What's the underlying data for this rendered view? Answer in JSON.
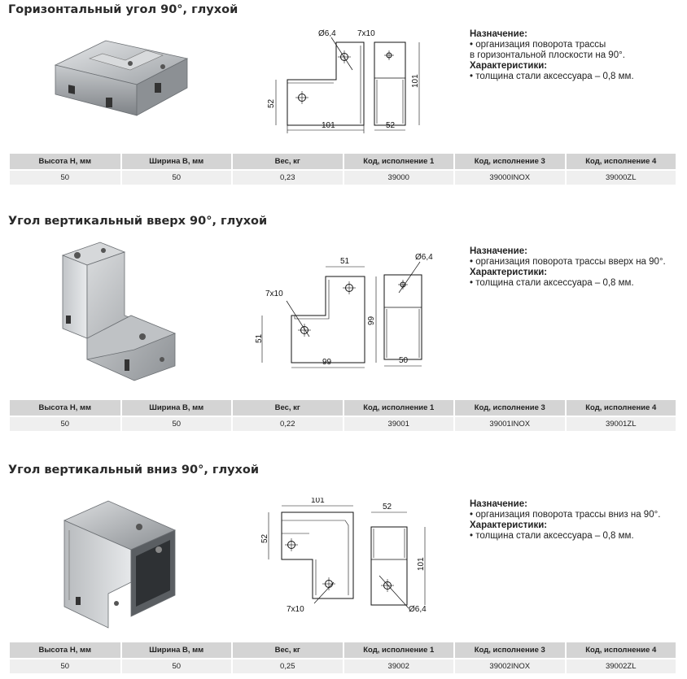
{
  "table_headers": [
    "Высота H, мм",
    "Ширина B, мм",
    "Вес, кг",
    "Код, исполнение 1",
    "Код, исполнение 3",
    "Код, исполнение 4"
  ],
  "info_labels": {
    "purpose": "Назначение:",
    "characteristics": "Характеристики:"
  },
  "products": [
    {
      "title": "Горизонтальный угол 90°, глухой",
      "purpose_lines": [
        "• организация поворота трассы",
        "в горизонтальной плоскости на 90°."
      ],
      "characteristic": "• толщина стали аксессуара – 0,8 мм.",
      "dims": {
        "hole": "Ø6,4",
        "slot": "7x10",
        "width": "101",
        "height": "52",
        "side_width": "52",
        "side_height": "101"
      },
      "row": [
        "50",
        "50",
        "0,23",
        "39000",
        "39000INOX",
        "39000ZL"
      ]
    },
    {
      "title": "Угол вертикальный вверх 90°, глухой",
      "purpose_lines": [
        "• организация поворота трассы вверх на 90°."
      ],
      "characteristic": "• толщина стали аксессуара – 0,8 мм.",
      "dims": {
        "hole": "Ø6,4",
        "slot": "7x10",
        "top": "51",
        "left": "51",
        "right": "99",
        "bottom": "99",
        "side_width": "50"
      },
      "row": [
        "50",
        "50",
        "0,22",
        "39001",
        "39001INOX",
        "39001ZL"
      ]
    },
    {
      "title": "Угол вертикальный вниз 90°, глухой",
      "purpose_lines": [
        "• организация поворота трассы вниз на 90°."
      ],
      "characteristic": "• толщина стали аксессуара – 0,8 мм.",
      "dims": {
        "hole": "Ø6,4",
        "slot": "7x10",
        "top": "101",
        "left": "52",
        "side_top": "52",
        "side_height": "101"
      },
      "row": [
        "50",
        "50",
        "0,25",
        "39002",
        "39002INOX",
        "39002ZL"
      ]
    }
  ]
}
